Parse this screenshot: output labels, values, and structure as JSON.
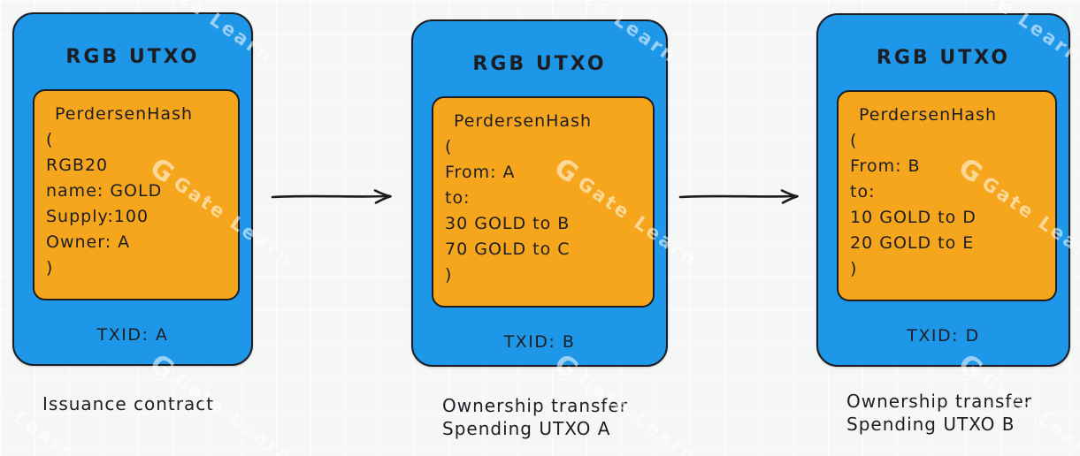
{
  "colors": {
    "card_blue": "#1f97e9",
    "card_orange": "#f6a61c",
    "outline": "#1c1c22",
    "background": "#f5f6f6"
  },
  "watermark": {
    "logo": "G",
    "text": "Gate Learn"
  },
  "cards": [
    {
      "title": "RGB UTXO",
      "hash_lines": [
        "PerdersenHash",
        "(",
        "RGB20",
        "name: GOLD",
        "Supply:100",
        "Owner: A",
        ")"
      ],
      "txid": "TXID: A",
      "caption_lines": [
        "Issuance contract"
      ]
    },
    {
      "title": "RGB UTXO",
      "hash_lines": [
        "PerdersenHash",
        "(",
        "From: A",
        "to:",
        "30 GOLD to B",
        "70 GOLD to C",
        ")"
      ],
      "txid": "TXID: B",
      "caption_lines": [
        "Ownership transfer",
        "Spending UTXO A"
      ]
    },
    {
      "title": "RGB UTXO",
      "hash_lines": [
        "PerdersenHash",
        "(",
        "From: B",
        "to:",
        "10 GOLD to D",
        "20 GOLD to E",
        ")"
      ],
      "txid": "TXID: D",
      "caption_lines": [
        "Ownership transfer",
        "Spending UTXO B"
      ]
    }
  ]
}
